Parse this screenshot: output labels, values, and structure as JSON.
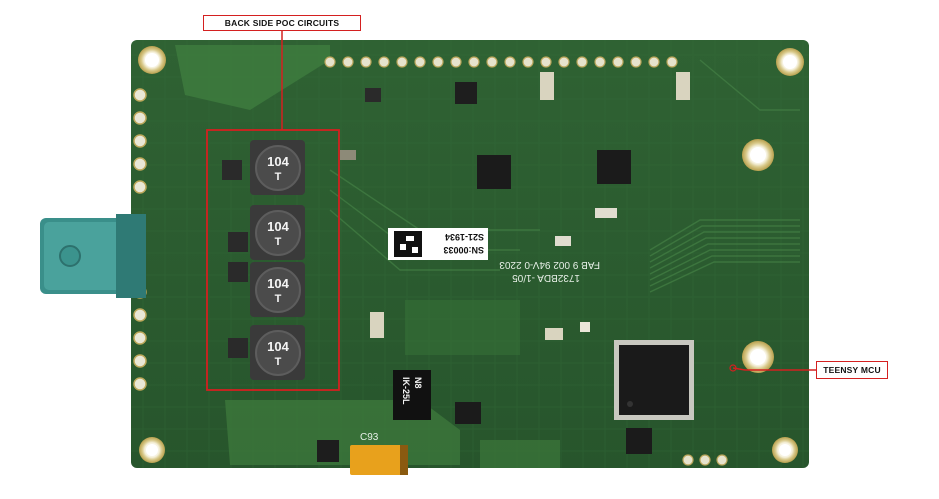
{
  "annotations": {
    "poc_label": "BACK SIDE POC CIRCUITS",
    "mcu_label": "TEENSY MCU"
  },
  "board": {
    "serial_label": "SN:00033",
    "serial_number": "S21-1934",
    "board_code": "1732BDA -1/05",
    "fab_line": "FAB 9 002 94V-0 2203",
    "inductor_marking": "104",
    "inductor_marking_sub": "T",
    "capacitor_label": "C93",
    "ic_line1": "N8",
    "ic_line2": "IK-25L"
  },
  "colors": {
    "pcb_green": "#2c5e31",
    "pcb_dark": "#1f4524",
    "annotation_red": "#d42020",
    "connector_teal": "#3a8f8a",
    "tantalum_orange": "#e8a11c"
  }
}
